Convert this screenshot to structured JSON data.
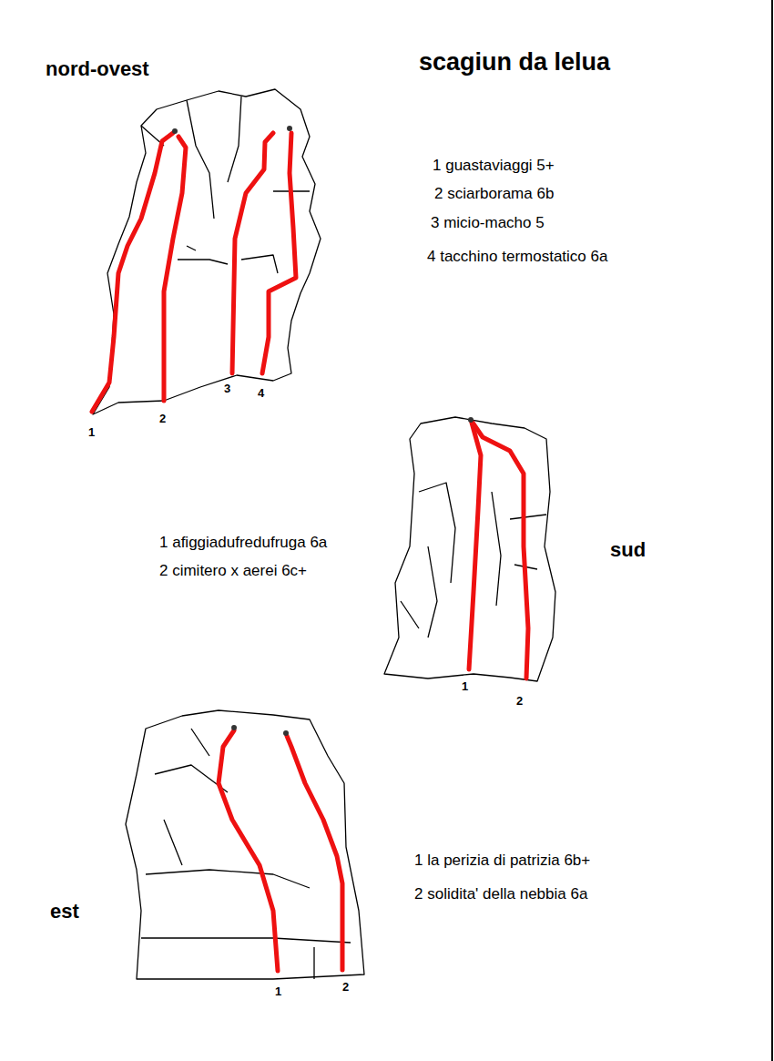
{
  "diagram": {
    "title": "scagiun da lelua",
    "labels": [
      "nord-ovest",
      "1 guastaviaggi 5+",
      "2 sciarborama 6b",
      "3 micio-macho 5",
      "4 tacchino termostatico 6a",
      "1",
      "2",
      "3",
      "4",
      "1 afiggiadufredufruga 6a",
      "2 cimitero x aerei 6c+",
      "sud",
      "1",
      "2",
      "1 la perizia di patrizia 6b+",
      "2 solidita' della nebbia 6a",
      "est",
      "1",
      "2"
    ]
  }
}
